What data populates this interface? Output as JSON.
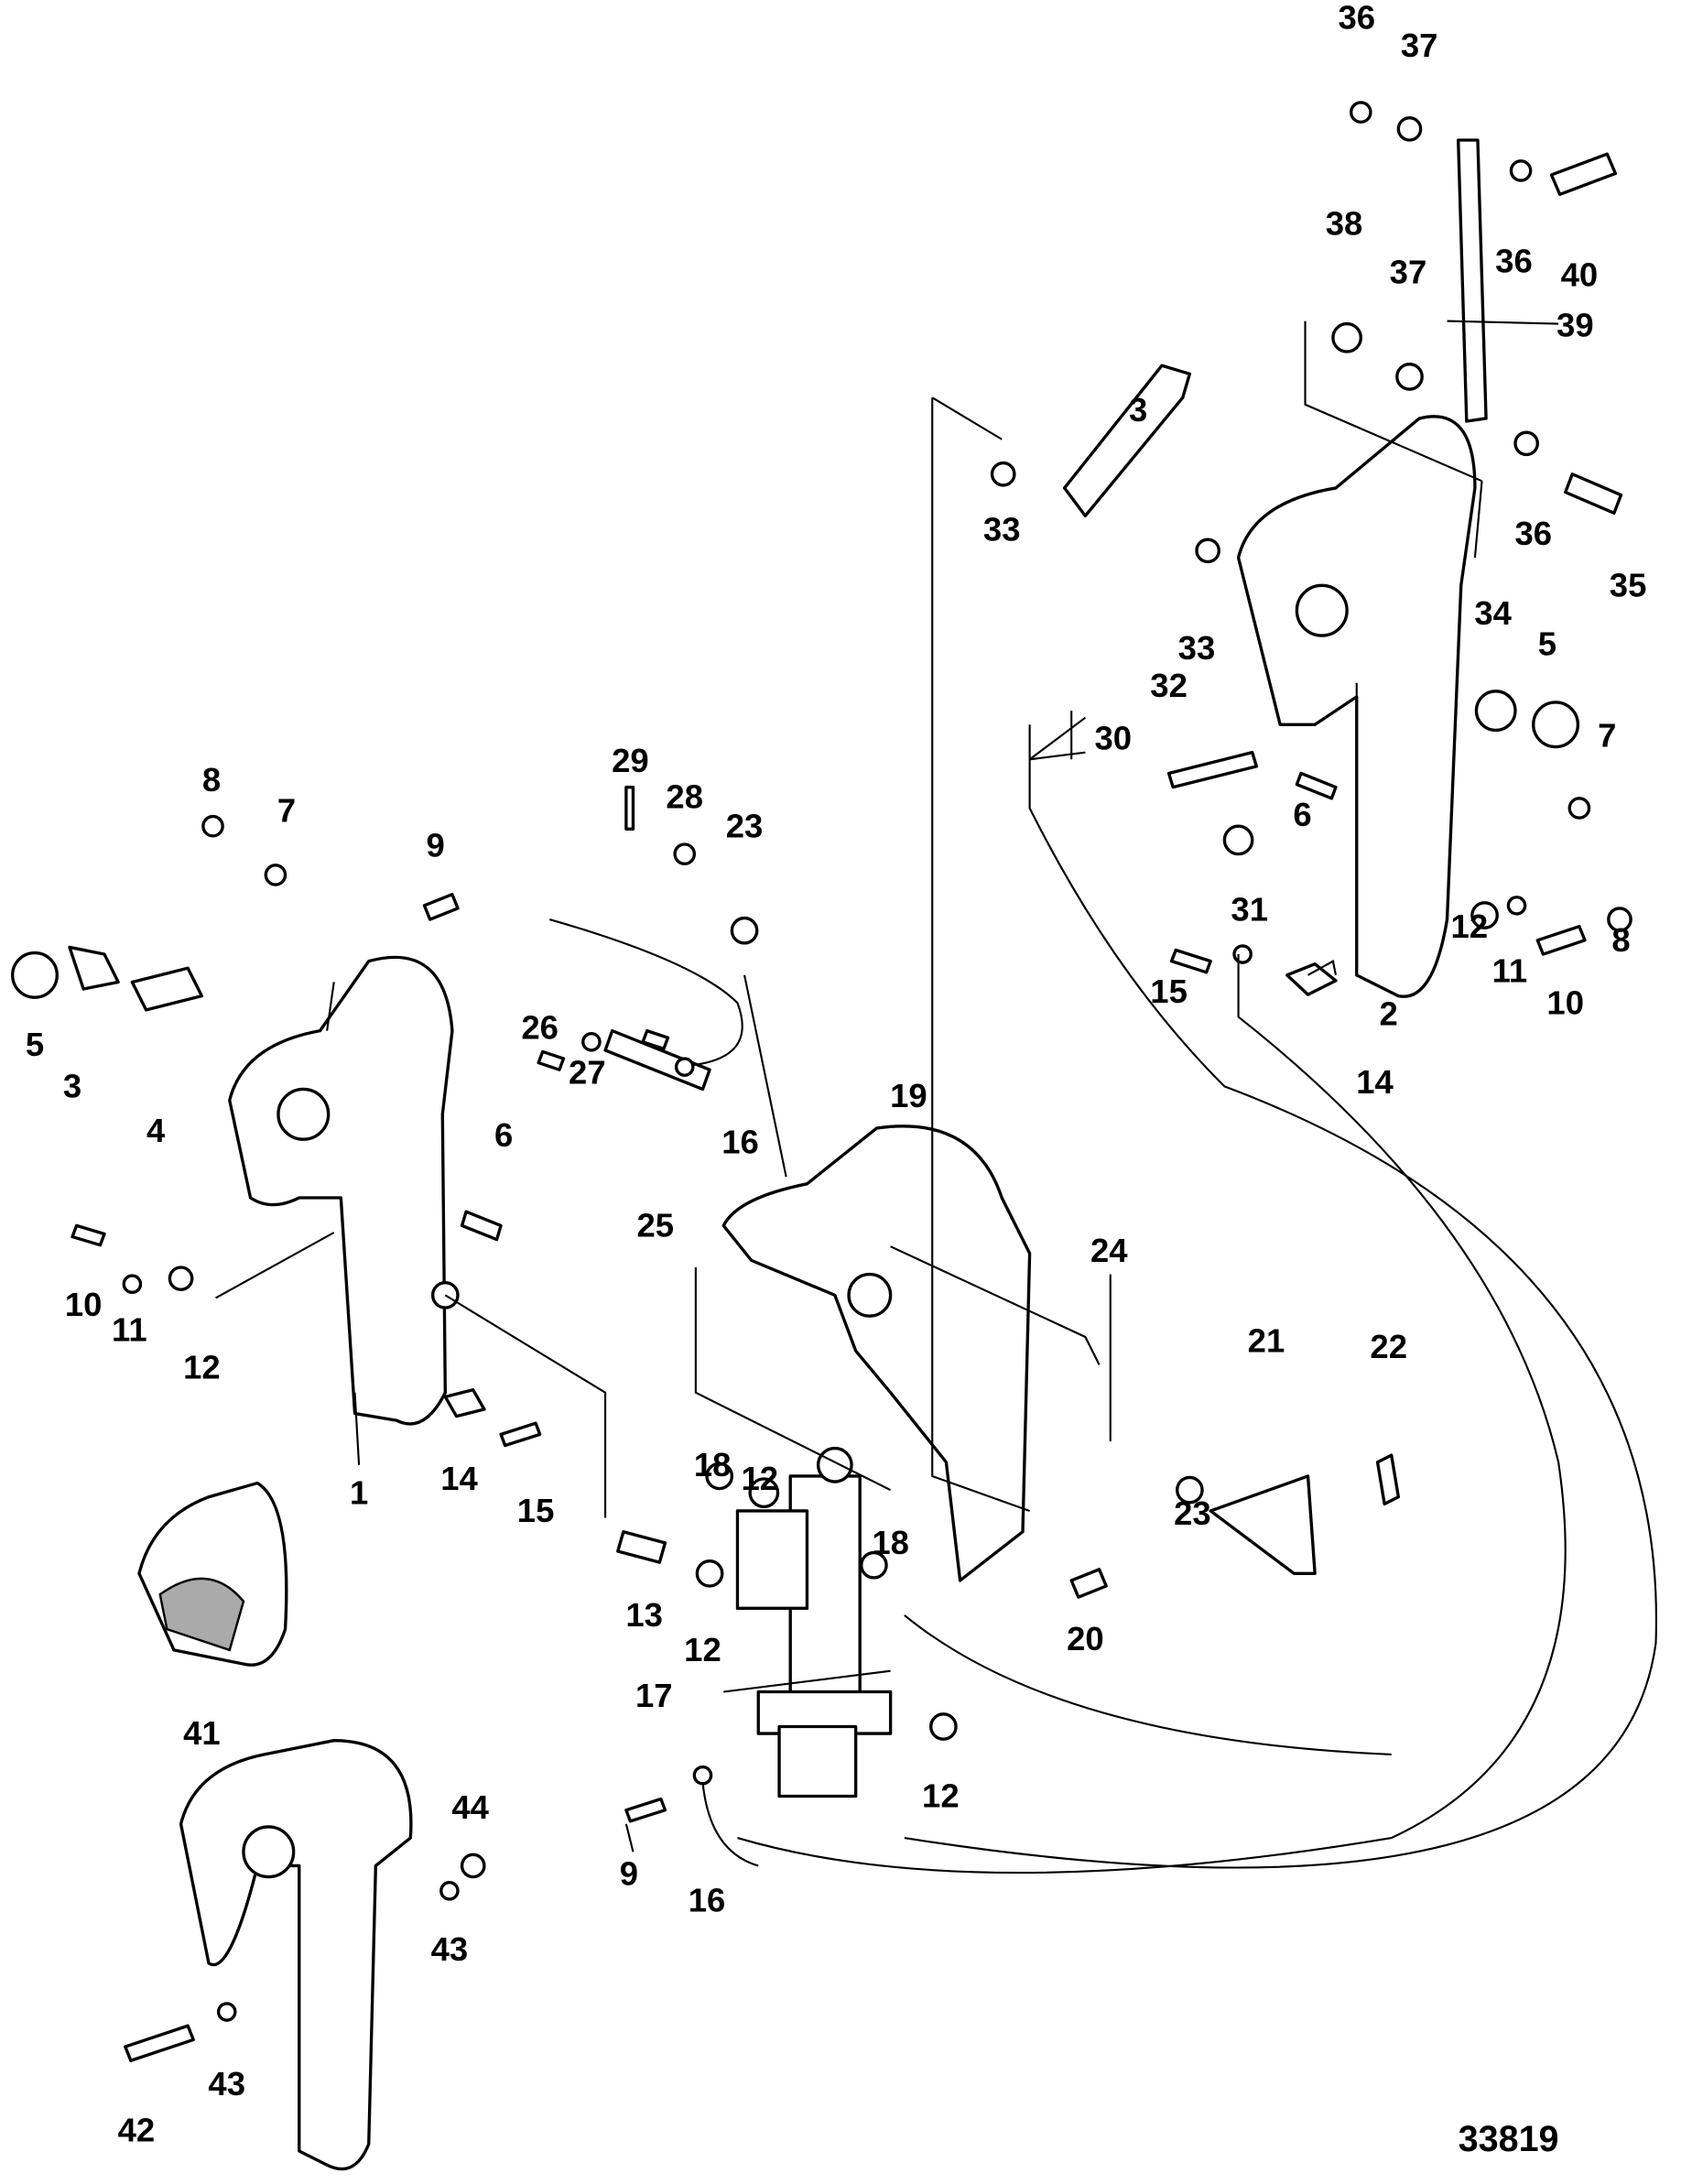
{
  "labels": [
    "36",
    "37",
    "36",
    "40",
    "38",
    "37",
    "39",
    "3",
    "33",
    "33",
    "36",
    "35",
    "34",
    "5",
    "32",
    "30",
    "7",
    "6",
    "31",
    "12",
    "11",
    "10",
    "8",
    "15",
    "2",
    "14",
    "8",
    "7",
    "9",
    "29",
    "28",
    "23",
    "5",
    "3",
    "4",
    "26",
    "27",
    "6",
    "16",
    "25",
    "19",
    "10",
    "11",
    "12",
    "24",
    "21",
    "22",
    "18",
    "12",
    "1",
    "14",
    "15",
    "23",
    "18",
    "13",
    "12",
    "20",
    "41",
    "17",
    "12",
    "9",
    "16",
    "44",
    "43",
    "43",
    "42"
  ],
  "figure_number": "33819"
}
